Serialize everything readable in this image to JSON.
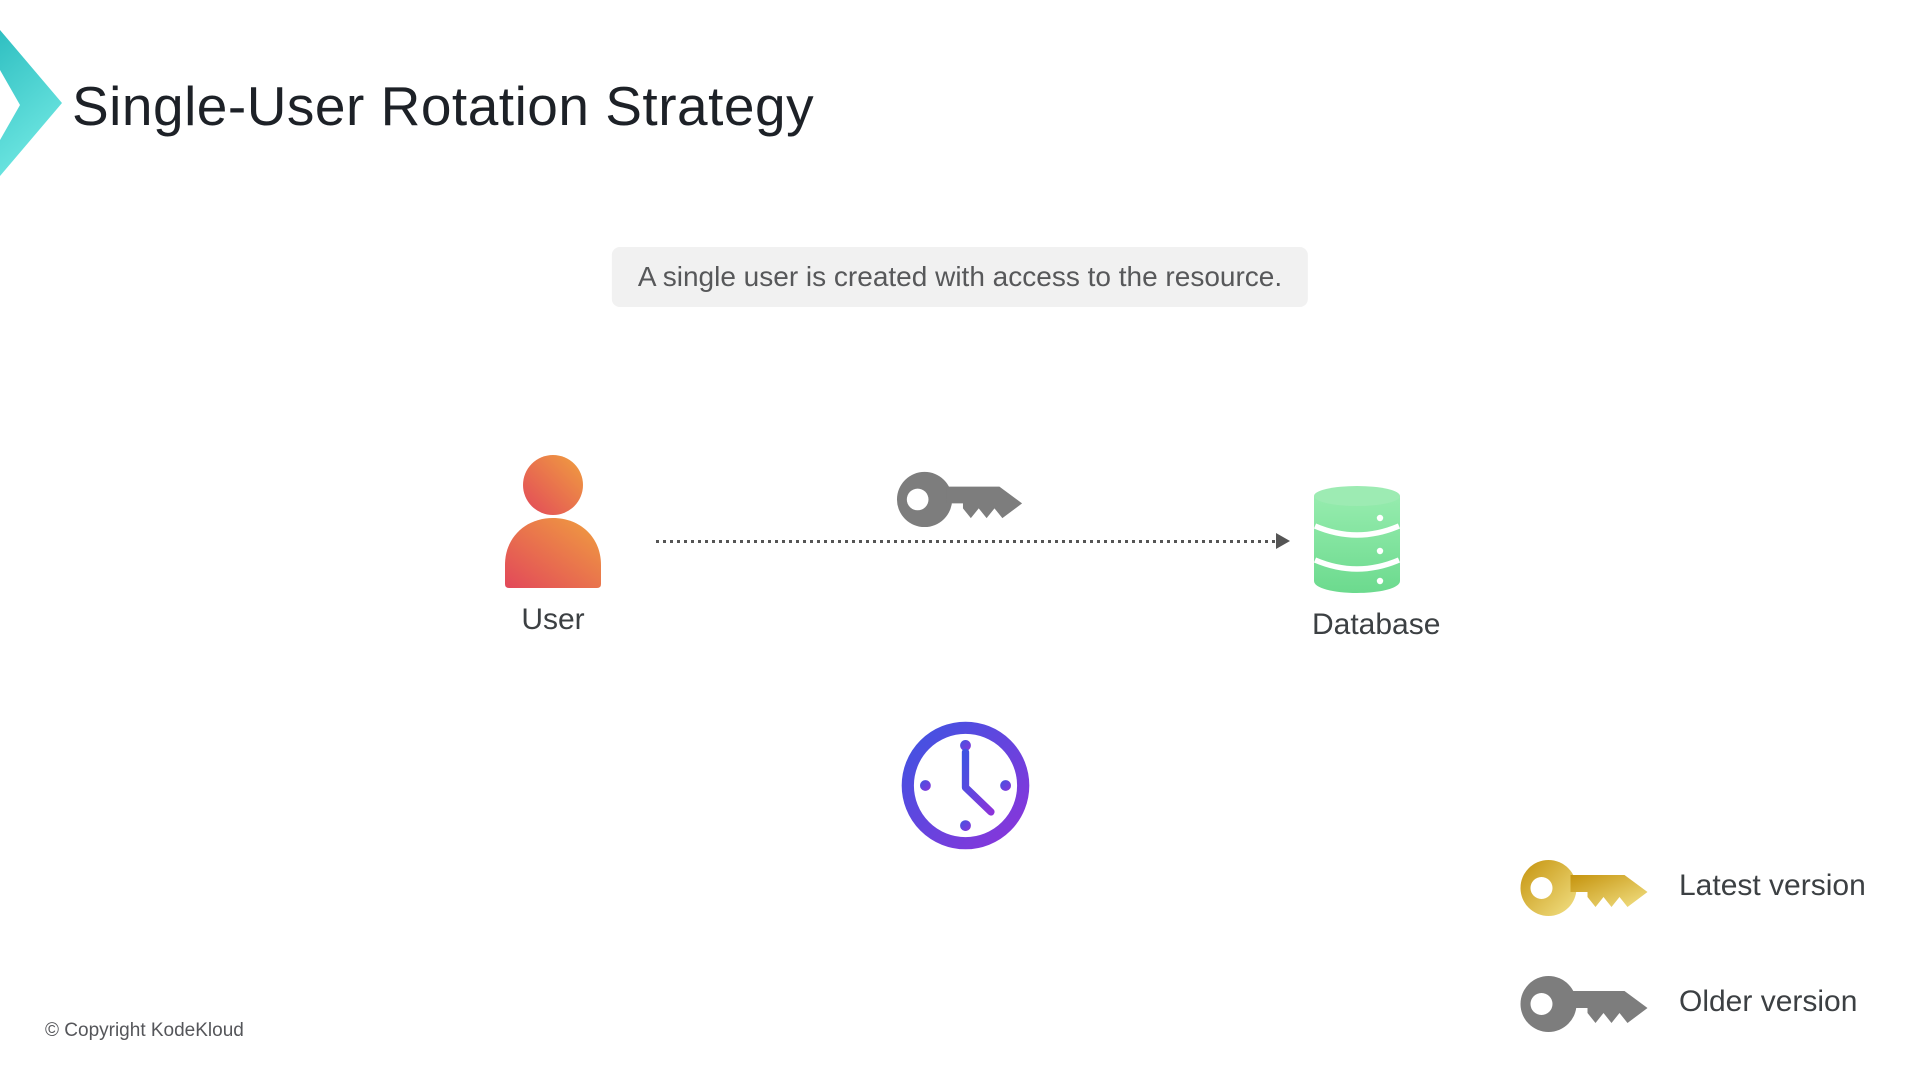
{
  "slide": {
    "title": "Single-User Rotation Strategy",
    "note": "A single user is created with access to the resource.",
    "copyright": "© Copyright KodeKloud"
  },
  "diagram": {
    "user": {
      "label": "User",
      "icon": "person-icon"
    },
    "database": {
      "label": "Database",
      "icon": "database-cylinder-icon"
    },
    "connection": {
      "from": "User",
      "to": "Database",
      "style": "dotted-arrow",
      "icon": "key-icon"
    },
    "timer": {
      "icon": "clock-icon"
    }
  },
  "legend": {
    "items": [
      {
        "icon": "key-icon-gold",
        "label": "Latest version"
      },
      {
        "icon": "key-icon-gray",
        "label": "Older version"
      }
    ]
  },
  "colors": {
    "logo-teal-1": "#2fbfc1",
    "logo-teal-2": "#6fe7e2",
    "user-grad-1": "#e2485a",
    "user-grad-2": "#f0a03f",
    "db-grad-1": "#96ecae",
    "db-grad-2": "#6cda8e",
    "db-top": "#9debb3",
    "clock-grad-1": "#3f54e2",
    "clock-grad-2": "#8b34da",
    "key-gray": "#7d7d7d",
    "key-gold-1": "#c5930d",
    "key-gold-2": "#f2e186",
    "arrow": "#555555",
    "title-text": "#1d2127",
    "label-text": "#3c4043",
    "note-bg": "#f1f1f1",
    "note-text": "#57585a"
  }
}
